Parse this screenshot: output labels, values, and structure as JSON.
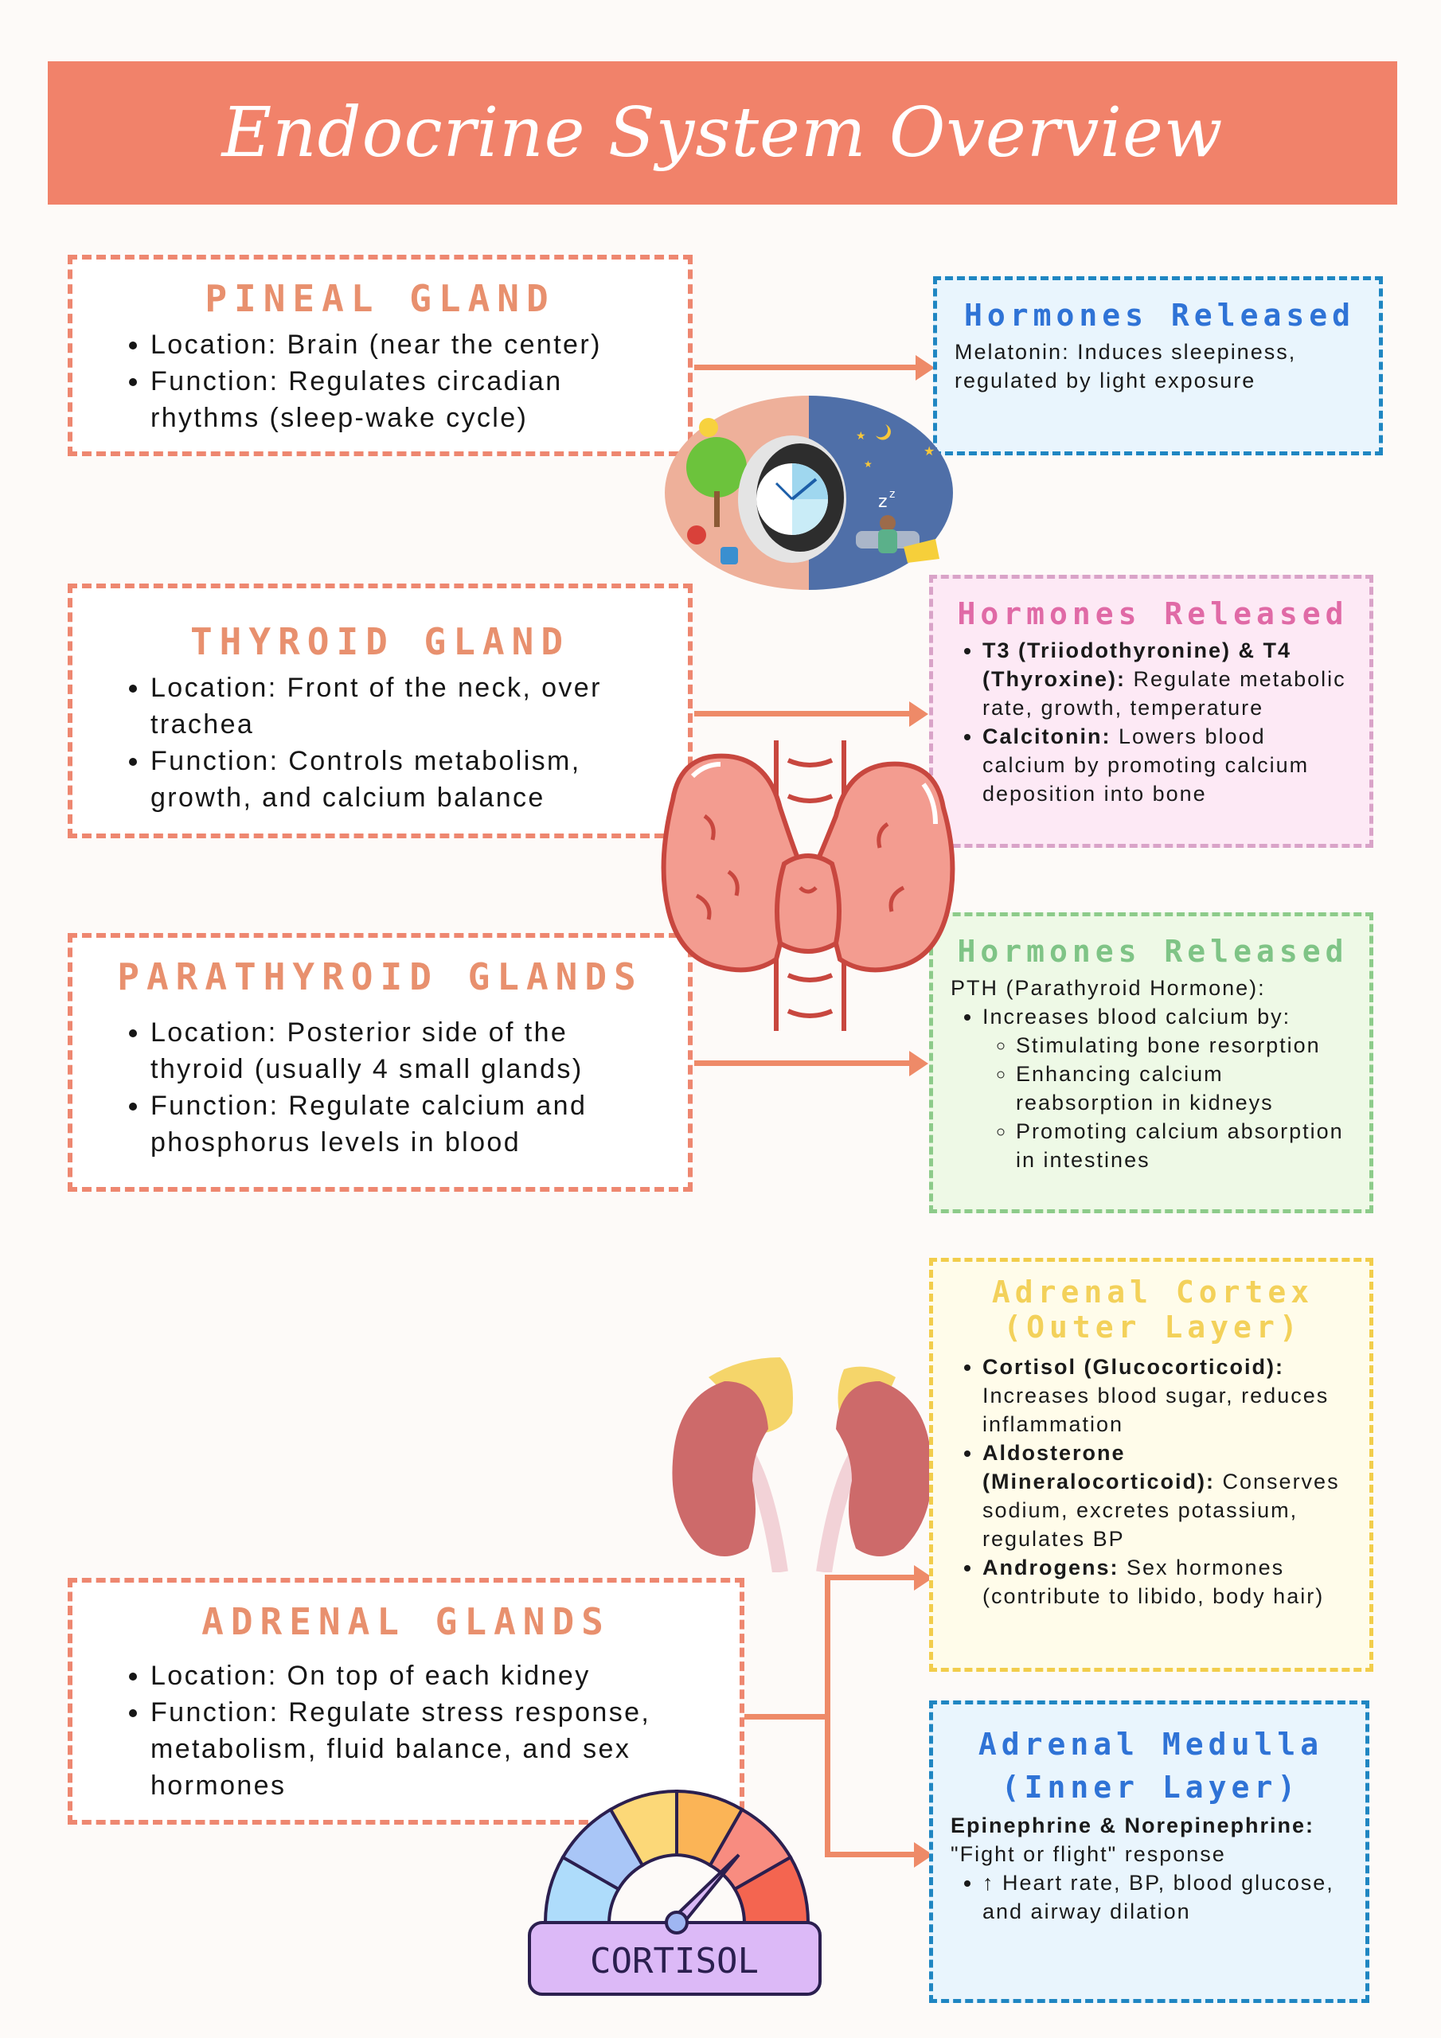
{
  "header": {
    "title": "Endocrine System Overview"
  },
  "colors": {
    "banner": "#f1826a",
    "gland_border": "#ee8770",
    "gland_title": "#e8906e",
    "blue_title": "#2f73d6",
    "pink_title": "#e06aa6",
    "green_title": "#7fc486",
    "yellow_title": "#f3d15a"
  },
  "glands": [
    {
      "title": "PINEAL GLAND",
      "location": "Location: Brain (near the center)",
      "function": "Function: Regulates circadian rhythms (sleep-wake cycle)"
    },
    {
      "title": "THYROID GLAND",
      "location": "Location: Front of the neck, over trachea",
      "function": "Function: Controls metabolism, growth, and calcium balance"
    },
    {
      "title": "PARATHYROID GLANDS",
      "location": "Location: Posterior side of the thyroid (usually 4 small glands)",
      "function": "Function: Regulate calcium and phosphorus levels in blood"
    },
    {
      "title": "ADRENAL GLANDS",
      "location": "Location: On top of each kidney",
      "function": "Function: Regulate stress response, metabolism, fluid balance, and sex hormones"
    }
  ],
  "hormones": {
    "pineal": {
      "title": "Hormones Released",
      "text": "Melatonin: Induces sleepiness, regulated by light exposure"
    },
    "thyroid": {
      "title": "Hormones Released",
      "items": [
        {
          "bold": "T3 (Triiodothyronine) & T4 (Thyroxine):",
          "text": " Regulate metabolic rate, growth, temperature"
        },
        {
          "bold": "Calcitonin:",
          "text": " Lowers blood calcium by promoting calcium deposition into bone"
        }
      ]
    },
    "parathyroid": {
      "title": "Hormones Released",
      "intro": "PTH (Parathyroid Hormone):",
      "bullet": "Increases blood calcium by:",
      "subitems": [
        "Stimulating bone resorption",
        "Enhancing calcium reabsorption in kidneys",
        "Promoting calcium absorption in intestines"
      ]
    },
    "adrenal_cortex": {
      "title_line1": "Adrenal Cortex",
      "title_line2": "(Outer Layer)",
      "items": [
        {
          "bold": "Cortisol (Glucocorticoid):",
          "text": " Increases blood sugar, reduces inflammation"
        },
        {
          "bold": "Aldosterone (Mineralocorticoid):",
          "text": " Conserves sodium, excretes potassium, regulates BP"
        },
        {
          "bold": "Androgens:",
          "text": " Sex hormones (contribute to libido, body hair)"
        }
      ]
    },
    "adrenal_medulla": {
      "title_line1": "Adrenal Medulla",
      "title_line2": "(Inner Layer)",
      "intro": "Epinephrine & Norepinephrine:",
      "subtitle": "\"Fight or flight\" response",
      "bullet": "↑ Heart rate, BP, blood glucose, and airway dilation"
    }
  },
  "illustrations": {
    "circadian": "circadian-clock-illustration",
    "thyroid": "thyroid-illustration",
    "kidneys": "kidneys-adrenal-illustration",
    "gauge_label": "CORTISOL"
  }
}
